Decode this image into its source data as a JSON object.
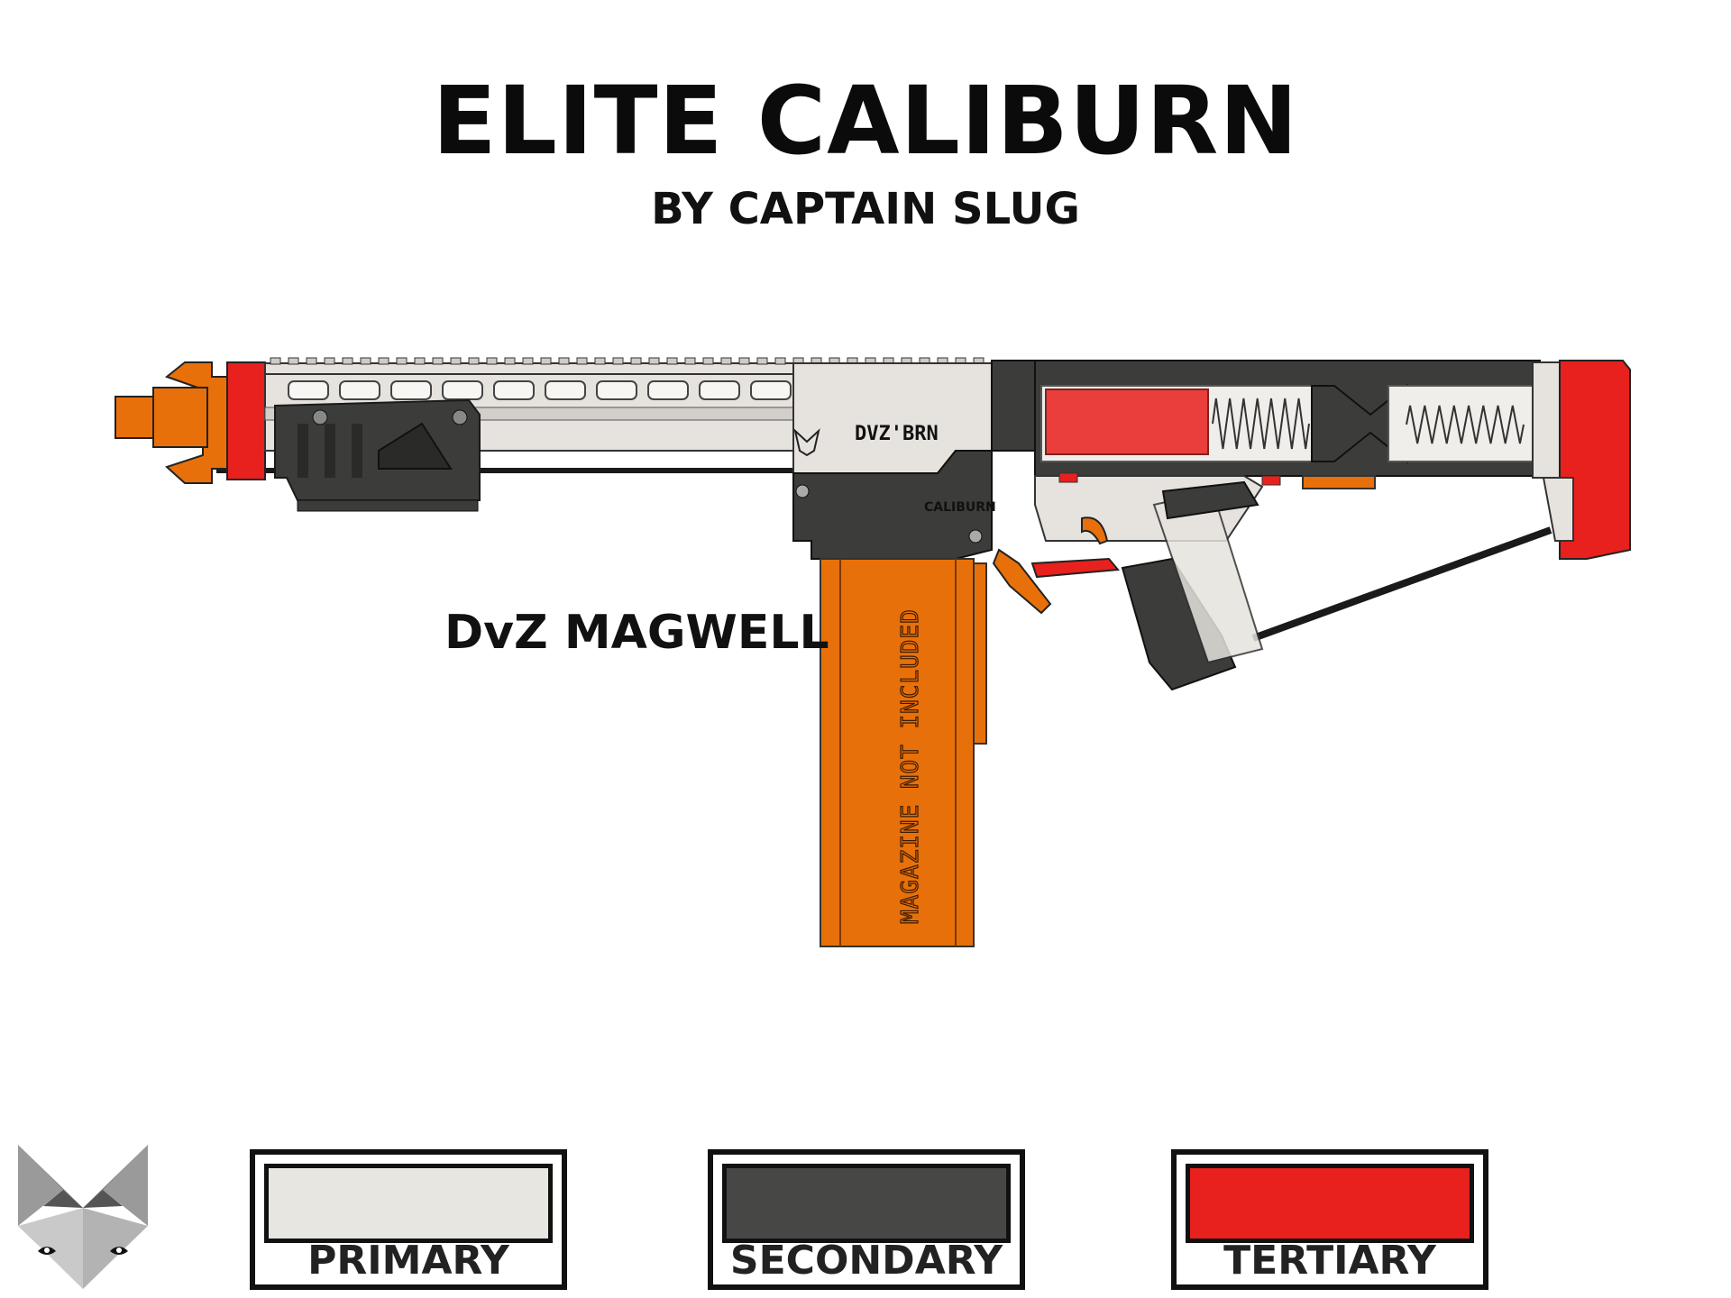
{
  "header": {
    "title": "ELITE CALIBURN",
    "subtitle": "BY CAPTAIN SLUG"
  },
  "blaster": {
    "callout": "DvZ MAGWELL",
    "receiver_engraving": "DVZ'BRN",
    "lower_engraving": "CALIBURN",
    "magazine_text": "MAGAZINE NOT INCLUDED"
  },
  "legend": {
    "swatches": [
      {
        "label": "PRIMARY",
        "color": "#E8E6E1"
      },
      {
        "label": "SECONDARY",
        "color": "#474745"
      },
      {
        "label": "TERTIARY",
        "color": "#E8201E"
      }
    ]
  },
  "colors": {
    "accent_orange": "#E8700A",
    "dark_gray": "#3C3C3A",
    "light_gray": "#E6E3DE",
    "red": "#E8201E"
  },
  "logo": {
    "icon": "fox-head-icon"
  }
}
